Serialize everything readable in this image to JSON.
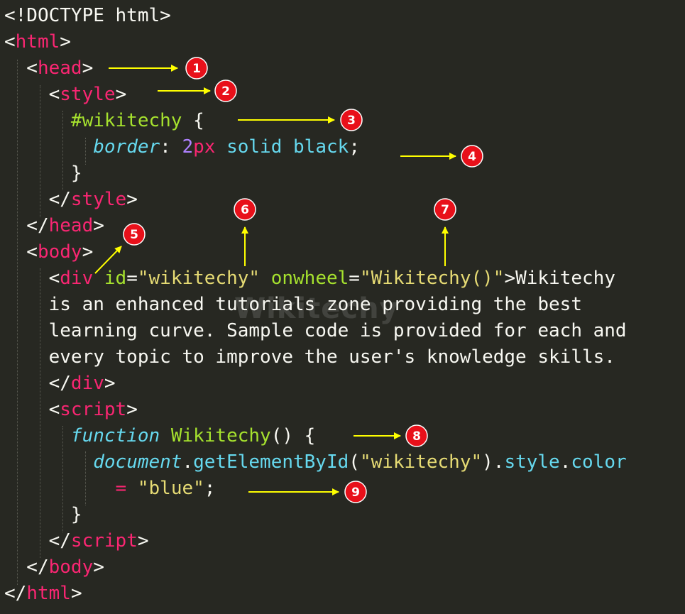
{
  "code_lines": [
    [
      {
        "c": "p",
        "t": "<!DOCTYPE html>"
      }
    ],
    [
      {
        "c": "p",
        "t": "<"
      },
      {
        "c": "t",
        "t": "html"
      },
      {
        "c": "p",
        "t": ">"
      }
    ],
    [
      {
        "c": "p",
        "t": "  <"
      },
      {
        "c": "t",
        "t": "head"
      },
      {
        "c": "p",
        "t": ">"
      }
    ],
    [
      {
        "c": "p",
        "t": "    <"
      },
      {
        "c": "t",
        "t": "style"
      },
      {
        "c": "p",
        "t": ">"
      }
    ],
    [
      {
        "c": "p",
        "t": "      "
      },
      {
        "c": "a",
        "t": "#wikitechy"
      },
      {
        "c": "p",
        "t": " {"
      }
    ],
    [
      {
        "c": "p",
        "t": "        "
      },
      {
        "c": "i",
        "t": "border"
      },
      {
        "c": "p",
        "t": ": "
      },
      {
        "c": "n",
        "t": "2"
      },
      {
        "c": "t",
        "t": "px"
      },
      {
        "c": "p",
        "t": " "
      },
      {
        "c": "k",
        "t": "solid"
      },
      {
        "c": "p",
        "t": " "
      },
      {
        "c": "k",
        "t": "black"
      },
      {
        "c": "p",
        "t": ";"
      }
    ],
    [
      {
        "c": "p",
        "t": "      }"
      }
    ],
    [
      {
        "c": "p",
        "t": "    </"
      },
      {
        "c": "t",
        "t": "style"
      },
      {
        "c": "p",
        "t": ">"
      }
    ],
    [
      {
        "c": "p",
        "t": "  </"
      },
      {
        "c": "t",
        "t": "head"
      },
      {
        "c": "p",
        "t": ">"
      }
    ],
    [
      {
        "c": "p",
        "t": "  <"
      },
      {
        "c": "t",
        "t": "body"
      },
      {
        "c": "p",
        "t": ">"
      }
    ],
    [
      {
        "c": "p",
        "t": "    <"
      },
      {
        "c": "t",
        "t": "div"
      },
      {
        "c": "p",
        "t": " "
      },
      {
        "c": "a",
        "t": "id"
      },
      {
        "c": "p",
        "t": "="
      },
      {
        "c": "s",
        "t": "\"wikitechy\""
      },
      {
        "c": "p",
        "t": " "
      },
      {
        "c": "a",
        "t": "onwheel"
      },
      {
        "c": "p",
        "t": "="
      },
      {
        "c": "s",
        "t": "\"Wikitechy()\""
      },
      {
        "c": "p",
        "t": ">Wikitechy"
      }
    ],
    [
      {
        "c": "p",
        "t": "    is an enhanced tutorials zone providing the best"
      }
    ],
    [
      {
        "c": "p",
        "t": "    learning curve. Sample code is provided for each and"
      }
    ],
    [
      {
        "c": "p",
        "t": "    every topic to improve the user's knowledge skills."
      }
    ],
    [
      {
        "c": "p",
        "t": "    </"
      },
      {
        "c": "t",
        "t": "div"
      },
      {
        "c": "p",
        "t": ">"
      }
    ],
    [
      {
        "c": "p",
        "t": "    <"
      },
      {
        "c": "t",
        "t": "script"
      },
      {
        "c": "p",
        "t": ">"
      }
    ],
    [
      {
        "c": "p",
        "t": "      "
      },
      {
        "c": "i",
        "t": "function"
      },
      {
        "c": "p",
        "t": " "
      },
      {
        "c": "fn",
        "t": "Wikitechy"
      },
      {
        "c": "p",
        "t": "() {"
      }
    ],
    [
      {
        "c": "p",
        "t": "        "
      },
      {
        "c": "i",
        "t": "document"
      },
      {
        "c": "p",
        "t": "."
      },
      {
        "c": "k",
        "t": "getElementById"
      },
      {
        "c": "p",
        "t": "("
      },
      {
        "c": "s",
        "t": "\"wikitechy\""
      },
      {
        "c": "p",
        "t": ")."
      },
      {
        "c": "k",
        "t": "style"
      },
      {
        "c": "p",
        "t": "."
      },
      {
        "c": "k",
        "t": "color"
      }
    ],
    [
      {
        "c": "p",
        "t": "          "
      },
      {
        "c": "o",
        "t": "="
      },
      {
        "c": "p",
        "t": " "
      },
      {
        "c": "s",
        "t": "\"blue\""
      },
      {
        "c": "p",
        "t": ";"
      }
    ],
    [
      {
        "c": "p",
        "t": "      }"
      }
    ],
    [
      {
        "c": "p",
        "t": "    </"
      },
      {
        "c": "t",
        "t": "script"
      },
      {
        "c": "p",
        "t": ">"
      }
    ],
    [
      {
        "c": "p",
        "t": "  </"
      },
      {
        "c": "t",
        "t": "body"
      },
      {
        "c": "p",
        "t": ">"
      }
    ],
    [
      {
        "c": "p",
        "t": "</"
      },
      {
        "c": "t",
        "t": "html"
      },
      {
        "c": "p",
        "t": ">"
      }
    ]
  ],
  "watermark": "Wikitechy",
  "annotations": [
    "1",
    "2",
    "3",
    "4",
    "5",
    "6",
    "7",
    "8",
    "9"
  ],
  "colors": {
    "background": "#272822",
    "tag": "#f92672",
    "attribute": "#a6e22e",
    "string": "#e6db74",
    "keyword": "#66d9ef",
    "number": "#ae81ff",
    "plain": "#f8f8f2",
    "arrow": "#ffff00",
    "badge": "#e8101a"
  }
}
